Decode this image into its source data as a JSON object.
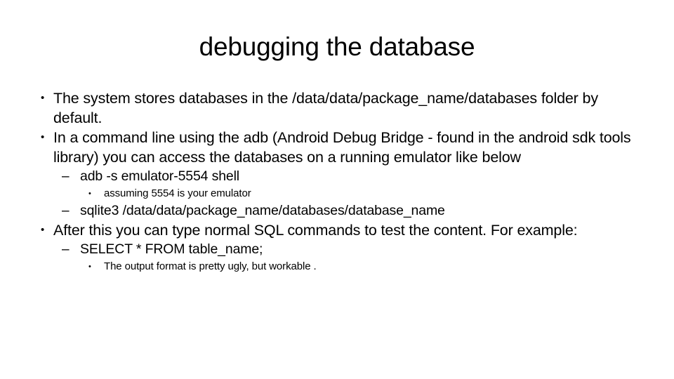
{
  "slide": {
    "title": "debugging the database",
    "background_color": "#ffffff",
    "text_color": "#000000",
    "markers": {
      "level1": "•",
      "level2": "–",
      "level3": "•"
    },
    "bullets": [
      {
        "level": 1,
        "text": "The system stores databases in the /data/data/package_name/databases folder by default."
      },
      {
        "level": 1,
        "text": "In a command line using the adb (Android Debug Bridge - found in the android sdk tools library) you can access the databases on a running emulator like below"
      },
      {
        "level": 2,
        "text": "adb -s emulator-5554 shell"
      },
      {
        "level": 3,
        "text": "assuming 5554 is your emulator"
      },
      {
        "level": 2,
        "text": "sqlite3 /data/data/package_name/databases/database_name"
      },
      {
        "level": 1,
        "text": "After this you can type normal SQL commands to test the content. For example:"
      },
      {
        "level": 2,
        "text": "SELECT * FROM table_name;"
      },
      {
        "level": 3,
        "text": "The output format is pretty ugly, but workable ."
      }
    ]
  }
}
